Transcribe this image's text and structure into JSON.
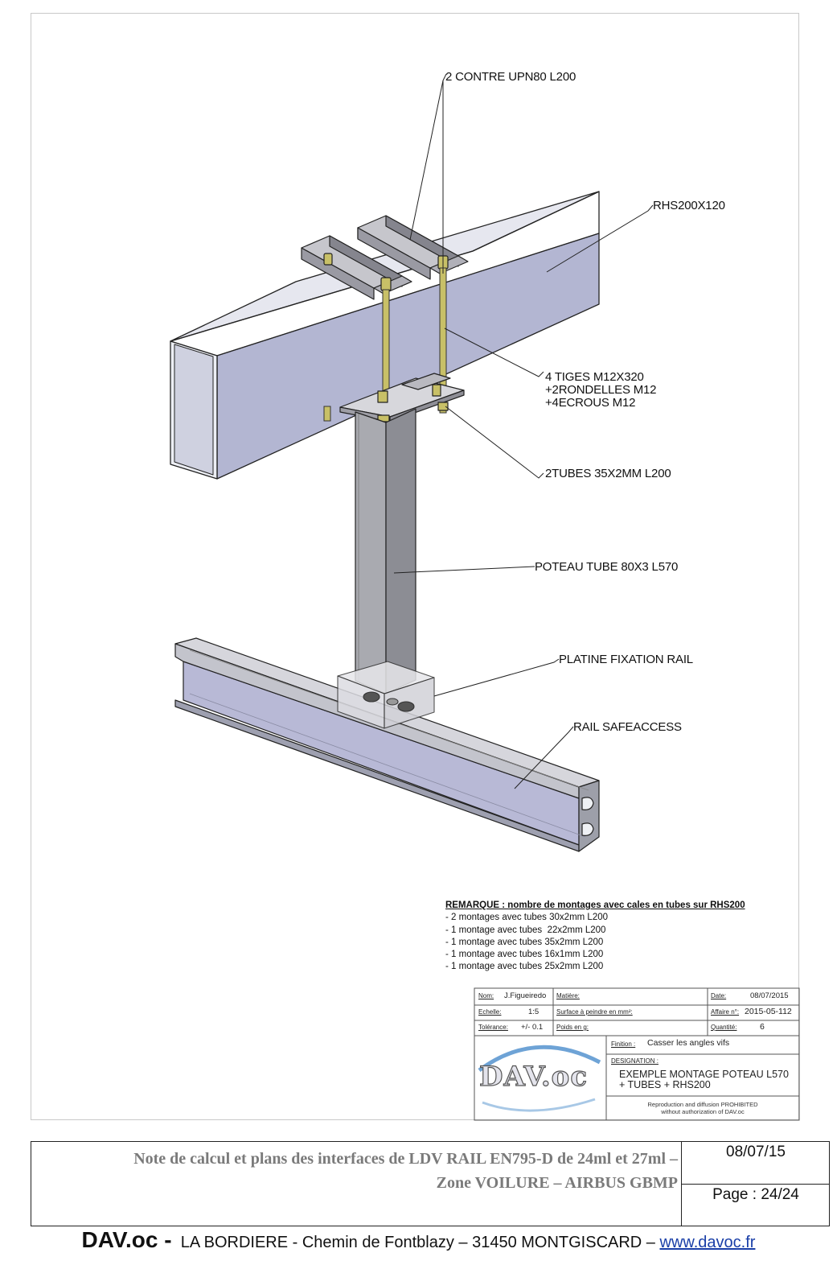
{
  "callouts": {
    "upn": "2 CONTRE UPN80 L200",
    "rhs": "RHS200X120",
    "tiges_1": "4 TIGES M12X320",
    "tiges_2": "+2RONDELLES M12",
    "tiges_3": "+4ECROUS M12",
    "tubes": "2TUBES 35X2MM L200",
    "poteau": "POTEAU TUBE 80X3 L570",
    "platine": "PLATINE FIXATION RAIL",
    "rail": "RAIL SAFEACCESS"
  },
  "remark": {
    "title": "REMARQUE : nombre de montages avec cales en tubes sur RHS200",
    "lines": [
      "- 2 montages avec tubes 30x2mm L200",
      "- 1 montage avec tubes  22x2mm L200",
      "- 1 montage avec tubes 35x2mm L200",
      "- 1 montage avec tubes 16x1mm L200",
      "- 1 montage avec tubes 25x2mm L200"
    ]
  },
  "title_block": {
    "nom_key": "Nom:",
    "nom_val": "J.Figueiredo",
    "matiere_key": "Matière:",
    "date_key": "Date:",
    "date_val": "08/07/2015",
    "echelle_key": "Echelle:",
    "echelle_val": "1:5",
    "surface_key": "Surface à peindre en mm²:",
    "affaire_key": "Affaire n°:",
    "affaire_val": "2015-05-112",
    "tolerance_key": "Tolérance:",
    "tolerance_val": "+/- 0.1",
    "poids_key": "Poids en g:",
    "quantite_key": "Quantité:",
    "quantite_val": "6",
    "finition_key": "Finition :",
    "finition_val": "Casser les angles vifs",
    "designation_key": "DESIGNATION :",
    "designation_1": "EXEMPLE MONTAGE POTEAU L570",
    "designation_2": "+ TUBES + RHS200",
    "repro_1": "Reproduction and diffusion PROHIBITED",
    "repro_2": "without authorization of DAV.oc",
    "logo": "DAV.oc"
  },
  "footer": {
    "title_1": "Note de calcul et plans des interfaces de LDV RAIL EN795-D de 24ml et 27ml –",
    "title_2": "Zone VOILURE – AIRBUS GBMP",
    "date": "08/07/15",
    "page": "Page : 24/24",
    "brand": "DAV.oc -",
    "address": "LA BORDIERE - Chemin de Fontblazy – 31450 MONTGISCARD –",
    "website": "www.davoc.fr"
  }
}
